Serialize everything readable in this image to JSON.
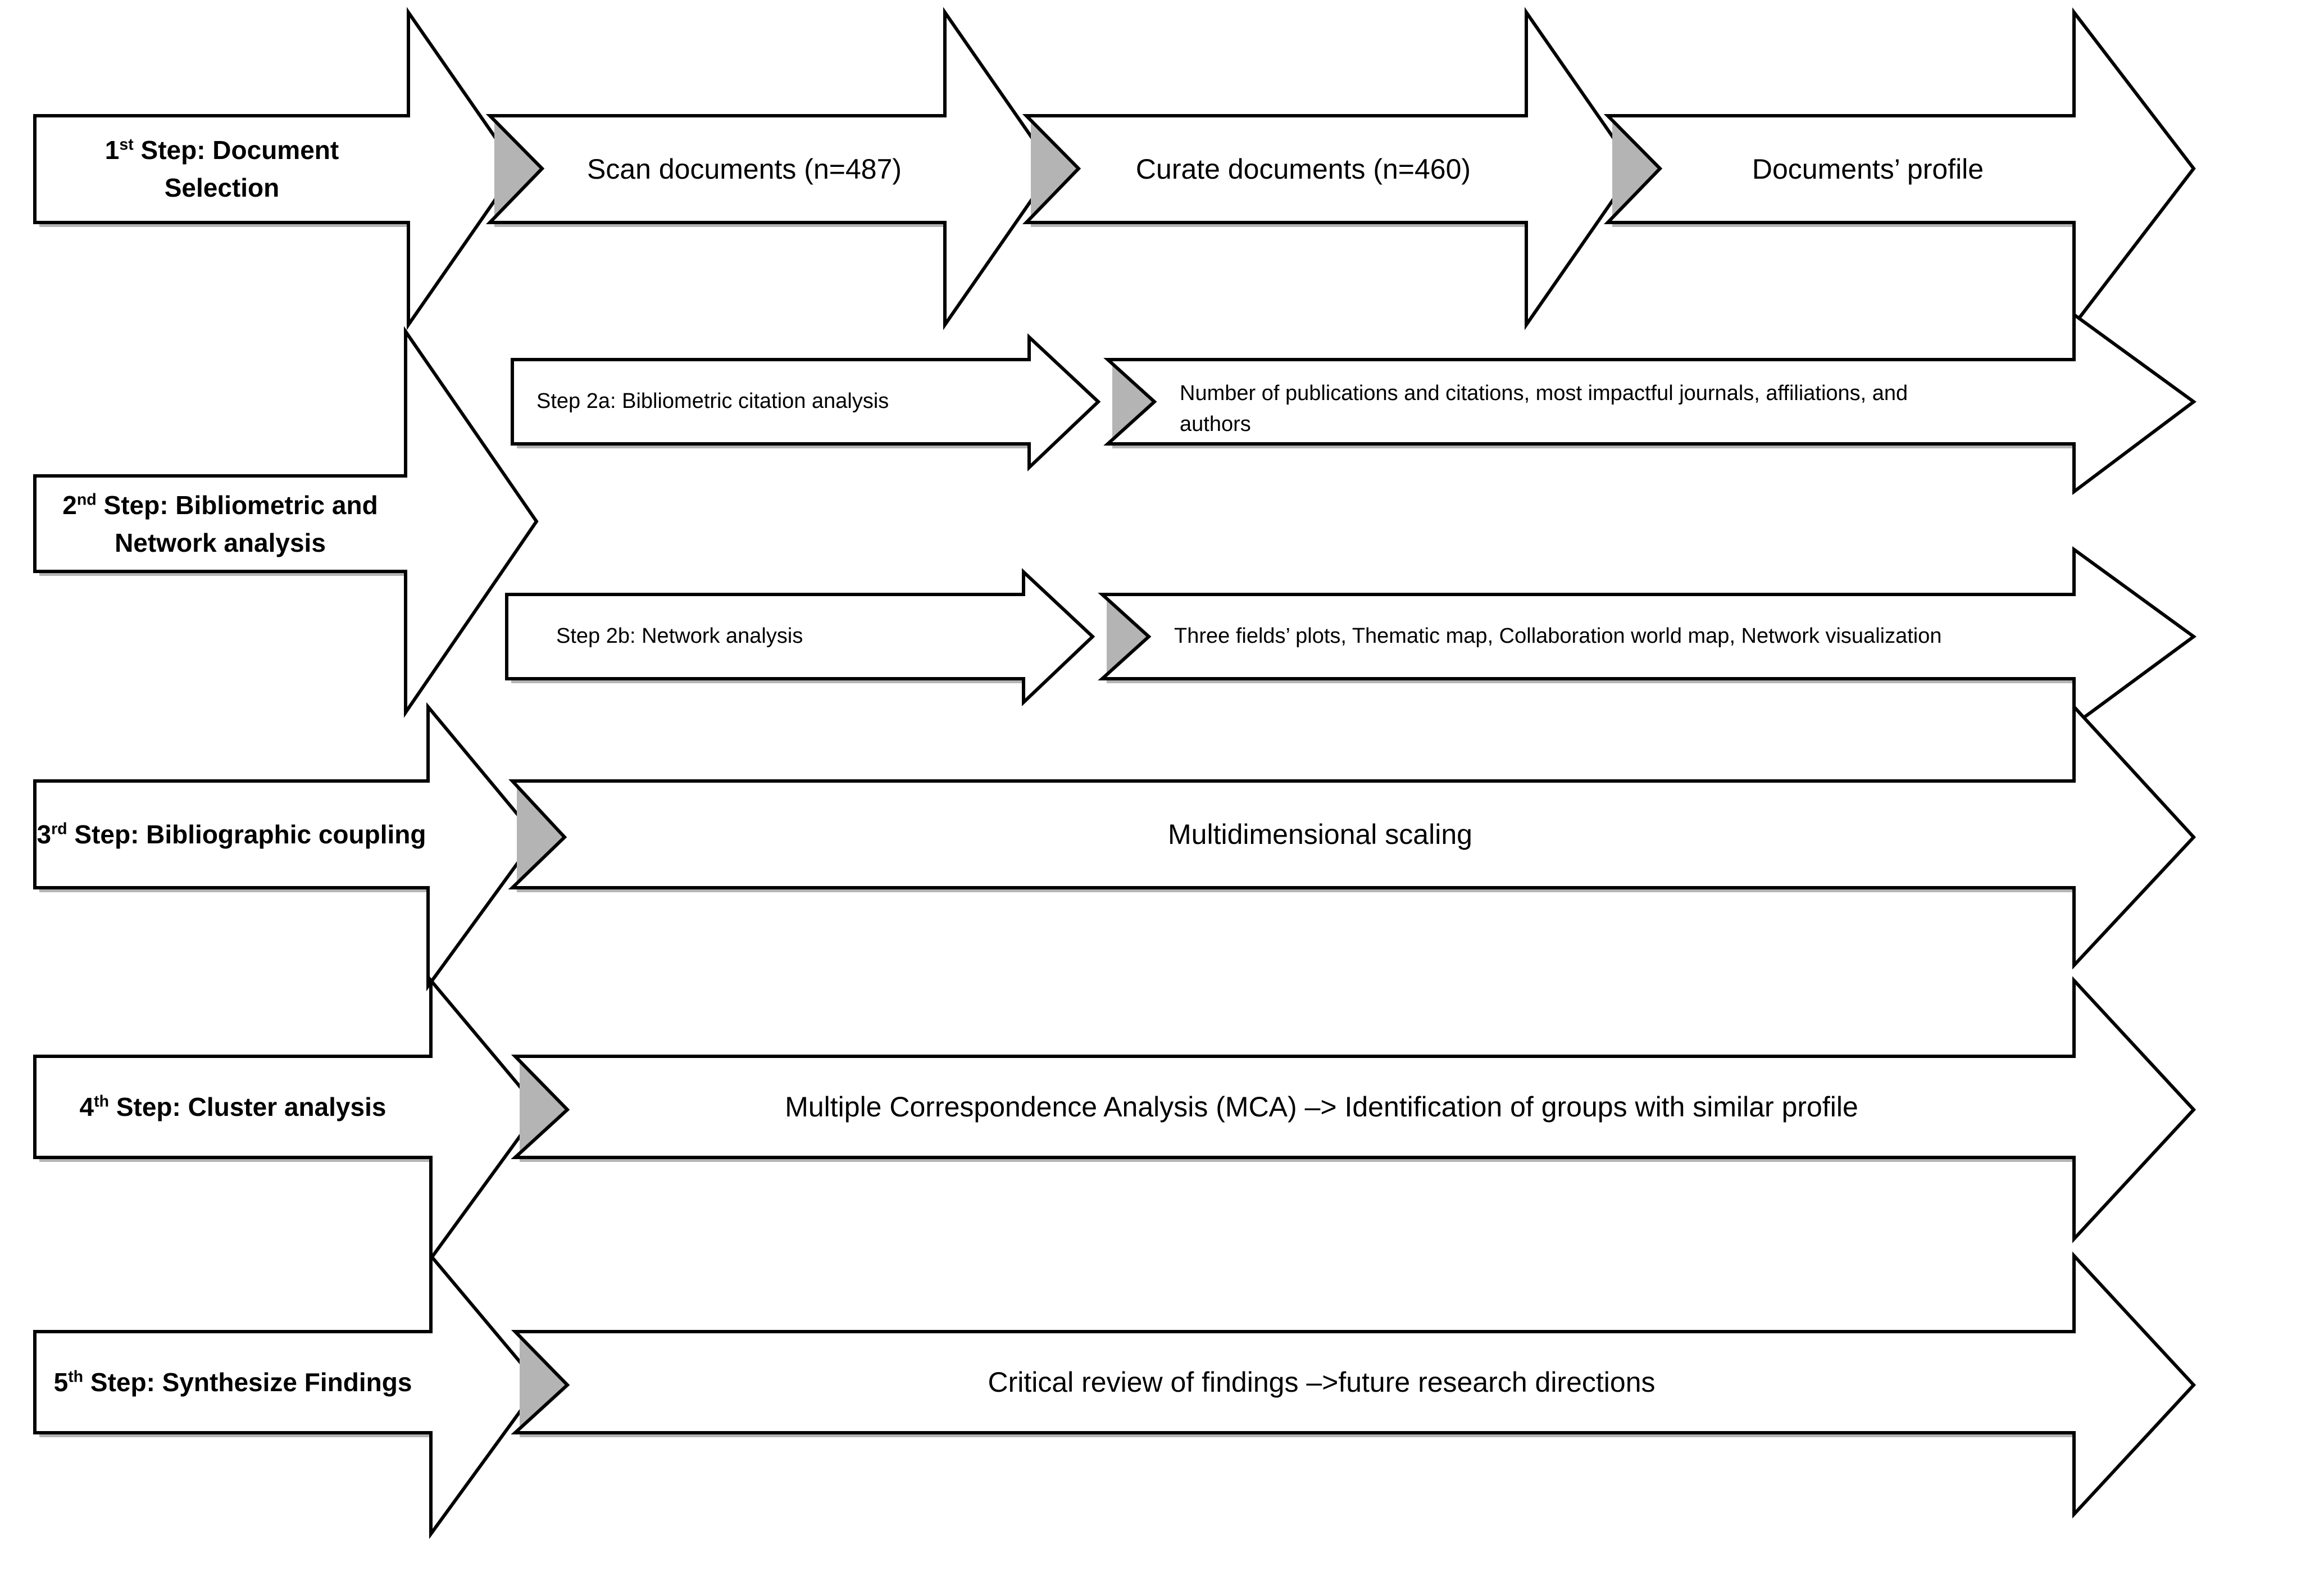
{
  "diagram": {
    "title": "Bibliometric research methodology flow",
    "colors": {
      "outline": "#000000",
      "shadow": "#b4b4b4",
      "background": "#ffffff"
    },
    "rows": [
      {
        "id": "step1",
        "step_label_prefix": "1",
        "step_label_sup": "st",
        "step_label_rest": " Step: Document Selection",
        "step_label_line1": "1st Step: Document",
        "step_label_line2": "Selection",
        "stages": [
          {
            "id": "scan",
            "text": "Scan documents (n=487)"
          },
          {
            "id": "curate",
            "text": "Curate documents (n=460)"
          },
          {
            "id": "profile",
            "text": "Documents’ profile"
          }
        ]
      },
      {
        "id": "step2",
        "step_label_prefix": "2",
        "step_label_sup": "nd",
        "step_label_rest": " Step: Bibliometric and Network analysis",
        "step_label_line1": "2nd Step: Bibliometric and",
        "step_label_line2": "Network analysis",
        "branches": [
          {
            "id": "step2a",
            "method": "Step 2a:  Bibliometric citation analysis",
            "output": "Number of publications and citations, most impactful journals, affiliations, and authors"
          },
          {
            "id": "step2b",
            "method": "Step 2b: Network analysis",
            "output": "Three fields’ plots, Thematic map, Collaboration world map, Network visualization"
          }
        ]
      },
      {
        "id": "step3",
        "step_label_prefix": "3",
        "step_label_sup": "rd",
        "step_label_rest": " Step: Bibliographic coupling",
        "step_label_line1": "3rd Step: Bibliographic coupling",
        "step_label_line2": "",
        "stages": [
          {
            "id": "mds",
            "text": "Multidimensional scaling"
          }
        ]
      },
      {
        "id": "step4",
        "step_label_prefix": "4",
        "step_label_sup": "th",
        "step_label_rest": " Step: Cluster analysis",
        "step_label_line1": "4th Step: Cluster analysis",
        "step_label_line2": "",
        "stages": [
          {
            "id": "mca",
            "text": "Multiple Correspondence Analysis (MCA) –> Identification of groups with similar profile"
          }
        ]
      },
      {
        "id": "step5",
        "step_label_prefix": "5",
        "step_label_sup": "th",
        "step_label_rest": " Step: Synthesize Findings",
        "step_label_line1": "5th Step: Synthesize Findings",
        "step_label_line2": "",
        "stages": [
          {
            "id": "critical",
            "text": "Critical review of findings –>future research directions"
          }
        ]
      }
    ]
  },
  "labels": {
    "step1_title_num": "1",
    "step1_title_sup": "st",
    "step1_title_a": " Step: Document",
    "step1_title_b": "Selection",
    "step1_scan": "Scan documents (n=487)",
    "step1_curate": "Curate documents (n=460)",
    "step1_profile": "Documents’ profile",
    "step2_title_num": "2",
    "step2_title_sup": "nd",
    "step2_title_a": " Step: Bibliometric and",
    "step2_title_b": "Network analysis",
    "step2a_method": "Step 2a:  Bibliometric citation analysis",
    "step2a_output_l1": "Number of publications and citations, most impactful journals, affiliations, and",
    "step2a_output_l2": "authors",
    "step2b_method": "Step 2b: Network analysis",
    "step2b_output": "Three fields’ plots, Thematic map, Collaboration world map, Network visualization",
    "step3_title_num": "3",
    "step3_title_sup": "rd",
    "step3_title_a": " Step: Bibliographic coupling",
    "step3_body": "Multidimensional scaling",
    "step4_title_num": "4",
    "step4_title_sup": "th",
    "step4_title_a": " Step: Cluster analysis",
    "step4_body": "Multiple Correspondence Analysis (MCA) –> Identification of groups with similar profile",
    "step5_title_num": "5",
    "step5_title_sup": "th",
    "step5_title_a": " Step: Synthesize Findings",
    "step5_body": "Critical review of findings –>future research directions"
  }
}
